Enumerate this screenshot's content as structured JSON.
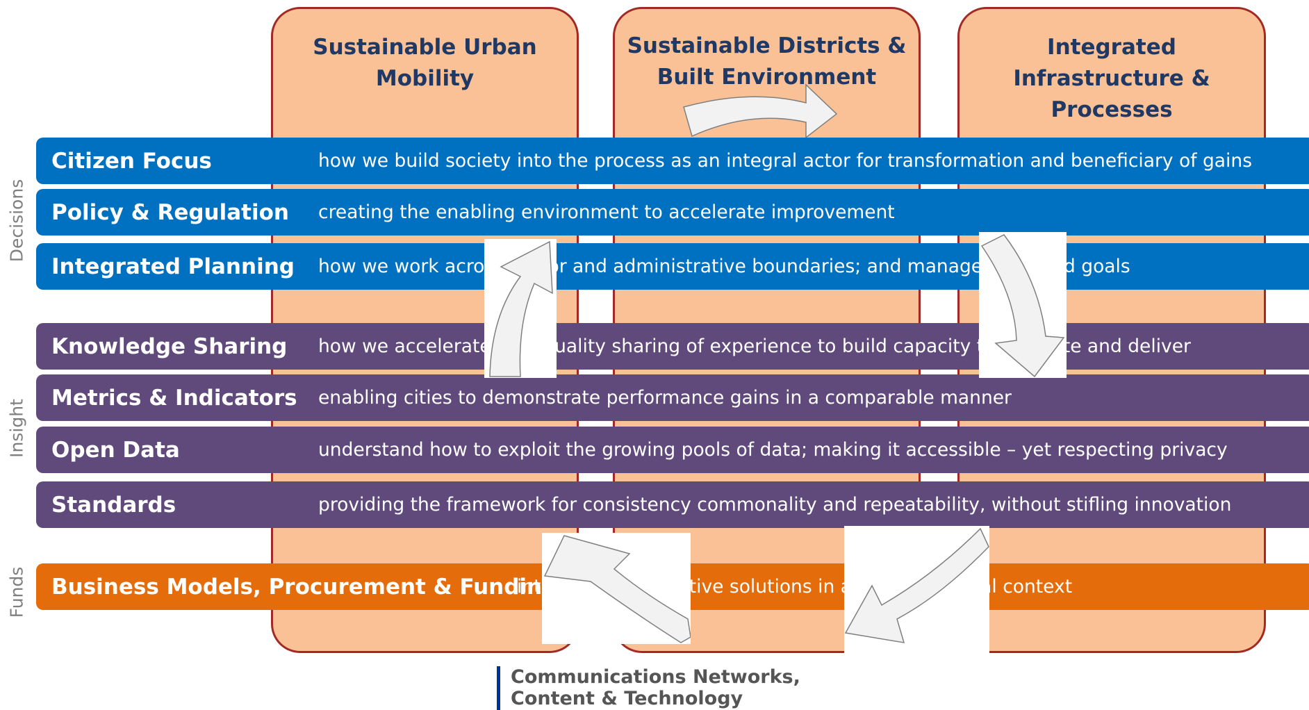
{
  "pillars": [
    {
      "title": "Sustainable Urban\nMobility"
    },
    {
      "title": "Sustainable Districts &\nBuilt Environment"
    },
    {
      "title": "Integrated\nInfrastructure &\nProcesses"
    }
  ],
  "groups": {
    "decisions": "Decisions",
    "insight": "Insight",
    "funds": "Funds"
  },
  "bars": [
    {
      "label": "Citizen Focus",
      "desc": "how we build society into the process as an integral actor for transformation and beneficiary of gains"
    },
    {
      "label": "Policy & Regulation",
      "desc": "creating the enabling environment to accelerate improvement"
    },
    {
      "label": "Integrated Planning",
      "desc": "how we work across sector and administrative boundaries; and manage to shared goals"
    },
    {
      "label": "Knowledge Sharing",
      "desc": "how we accelerate high quality sharing of experience to build capacity to innovate and deliver"
    },
    {
      "label": "Metrics & Indicators",
      "desc": "enabling cities to demonstrate performance gains in a comparable manner"
    },
    {
      "label": "Open Data",
      "desc": "understand how to exploit the growing pools of data; making it accessible – yet respecting privacy"
    },
    {
      "label": "Standards",
      "desc": "providing the framework for consistency commonality and repeatability, without stifling innovation"
    },
    {
      "label": "Business Models, Procurement & Funding",
      "desc": "introducing innovative solutions in an EU and global context"
    }
  ],
  "logo": {
    "line1": "Communications Networks,",
    "line2": "Content & Technology"
  },
  "colors": {
    "decisions": "#0070c0",
    "insight": "#604a7b",
    "funds": "#e46c0a",
    "pillar": "#f9c195",
    "pillar_border": "#a32a23"
  }
}
